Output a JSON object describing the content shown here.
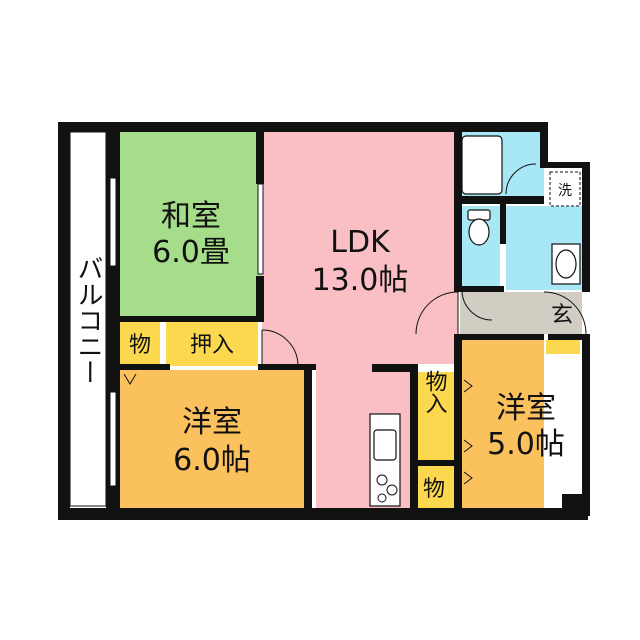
{
  "rooms": {
    "washitsu": {
      "name": "和室",
      "size": "6.0畳",
      "color": "#a6dd8a"
    },
    "ldk": {
      "name": "LDK",
      "size": "13.0帖",
      "color": "#f9bfc5"
    },
    "yoshitsu_left": {
      "name": "洋室",
      "size": "6.0帖",
      "color": "#fbc15c"
    },
    "yoshitsu_right": {
      "name": "洋室",
      "size": "5.0帖",
      "color": "#fbc15c"
    },
    "genkan": {
      "name": "玄",
      "color": "#d1cdc3"
    },
    "bath_color": "#a8e7f6",
    "storage_color": "#fbd84d"
  },
  "storage": {
    "mono_left": "物",
    "oshiire": "押入",
    "monoire_v": "物入",
    "mono_bottom": "物"
  },
  "washer": "洗",
  "balcony": "バルコニー",
  "wall_color": "#111111",
  "icons": [
    "sliding-window-icon",
    "door-swing-icon",
    "bathtub-icon",
    "toilet-icon",
    "washbasin-icon",
    "kitchen-sink-icon",
    "stove-icon",
    "washing-machine-icon"
  ]
}
